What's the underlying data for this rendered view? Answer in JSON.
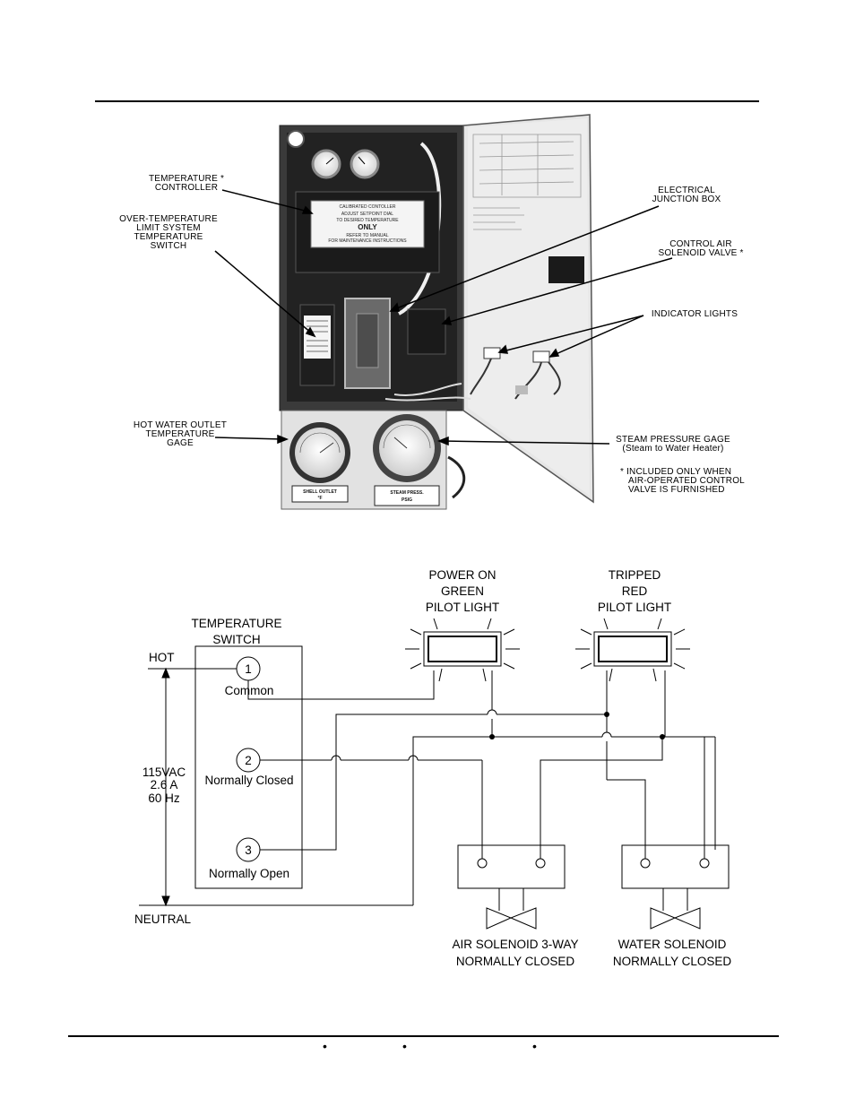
{
  "photo": {
    "callouts": {
      "temperature_controller": [
        "TEMPERATURE *",
        "CONTROLLER"
      ],
      "over_temp": [
        "OVER-TEMPERATURE",
        "LIMIT SYSTEM",
        "TEMPERATURE",
        "SWITCH"
      ],
      "hot_water": [
        "HOT WATER OUTLET",
        "TEMPERATURE",
        "GAGE"
      ],
      "junction_box": [
        "ELECTRICAL",
        "JUNCTION BOX"
      ],
      "control_air": [
        "CONTROL AIR",
        "SOLENOID VALVE *"
      ],
      "indicator_lights": "INDICATOR LIGHTS",
      "steam_gage": [
        "STEAM PRESSURE GAGE",
        "(Steam to Water Heater)"
      ],
      "note": [
        "* INCLUDED ONLY WHEN",
        "AIR-OPERATED CONTROL",
        "VALVE IS FURNISHED"
      ]
    },
    "panel_labels": {
      "controller_label": [
        "CALIBRATED CONTOLLER",
        "ADJUST SETPOINT DIAL",
        "TO DESIRED TEMPERATURE",
        "ONLY",
        "REFER TO MANUAL",
        "FOR MAINTENANCE INSTRUCTIONS"
      ],
      "gauge_left_label": [
        "SHELL OUTLET",
        "°F"
      ],
      "gauge_right_label": [
        "STEAM PRESS.",
        "PSIG"
      ]
    }
  },
  "diagram": {
    "switch_title": [
      "TEMPERATURE",
      "SWITCH"
    ],
    "terminals": [
      {
        "num": "1",
        "label": "Common"
      },
      {
        "num": "2",
        "label": "Normally Closed"
      },
      {
        "num": "3",
        "label": "Normally Open"
      }
    ],
    "hot": "HOT",
    "neutral": "NEUTRAL",
    "supply": [
      "115VAC",
      "2.6  A",
      "60  Hz"
    ],
    "light_green": [
      "POWER ON",
      "GREEN",
      "PILOT LIGHT"
    ],
    "light_red": [
      "TRIPPED",
      "RED",
      "PILOT LIGHT"
    ],
    "solenoid_air": [
      "AIR SOLENOID 3-WAY",
      "NORMALLY CLOSED"
    ],
    "solenoid_water": [
      "WATER SOLENOID",
      "NORMALLY CLOSED"
    ]
  },
  "footer": {
    "bullets": [
      "•",
      "•",
      "•"
    ]
  }
}
